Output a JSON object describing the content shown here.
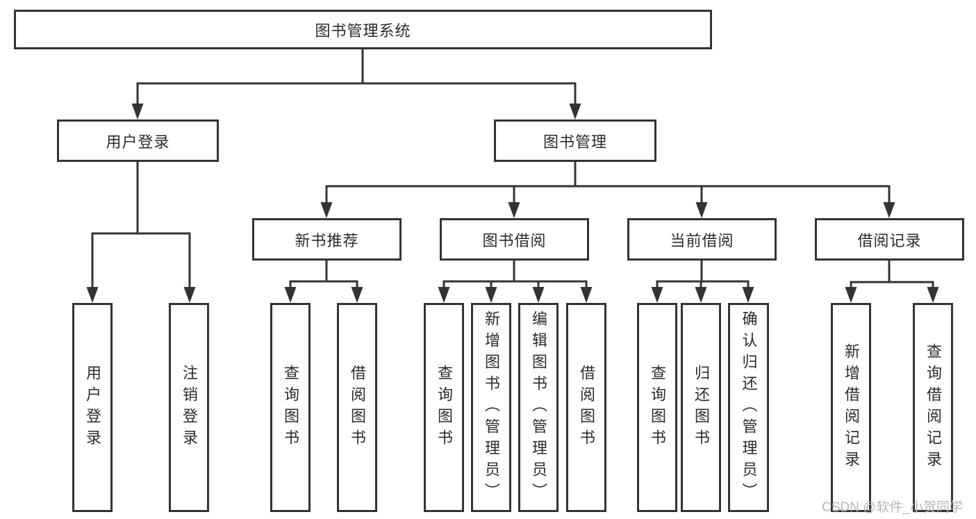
{
  "diagram": {
    "type": "tree",
    "tree": {
      "label": "图书管理系统",
      "children": [
        {
          "label": "用户登录",
          "children": [
            {
              "label": "用户登录"
            },
            {
              "label": "注销登录"
            }
          ]
        },
        {
          "label": "图书管理",
          "children": [
            {
              "label": "新书推荐",
              "children": [
                {
                  "label": "查询图书"
                },
                {
                  "label": "借阅图书"
                }
              ]
            },
            {
              "label": "图书借阅",
              "children": [
                {
                  "label": "查询图书"
                },
                {
                  "label": "新增图书（管理员）"
                },
                {
                  "label": "编辑图书（管理员）"
                },
                {
                  "label": "借阅图书"
                }
              ]
            },
            {
              "label": "当前借阅",
              "children": [
                {
                  "label": "查询图书"
                },
                {
                  "label": "归还图书"
                },
                {
                  "label": "确认归还（管理员）"
                }
              ]
            },
            {
              "label": "借阅记录",
              "children": [
                {
                  "label": "新增借阅记录"
                },
                {
                  "label": "查询借阅记录"
                }
              ]
            }
          ]
        }
      ]
    }
  },
  "watermark": {
    "text": "CSDN @软件_小贺同学"
  },
  "colors": {
    "line": "#333333",
    "box_border": "#333333",
    "text": "#2b2b2b",
    "watermark_text": "#b6b6b6",
    "background": "#ffffff"
  }
}
